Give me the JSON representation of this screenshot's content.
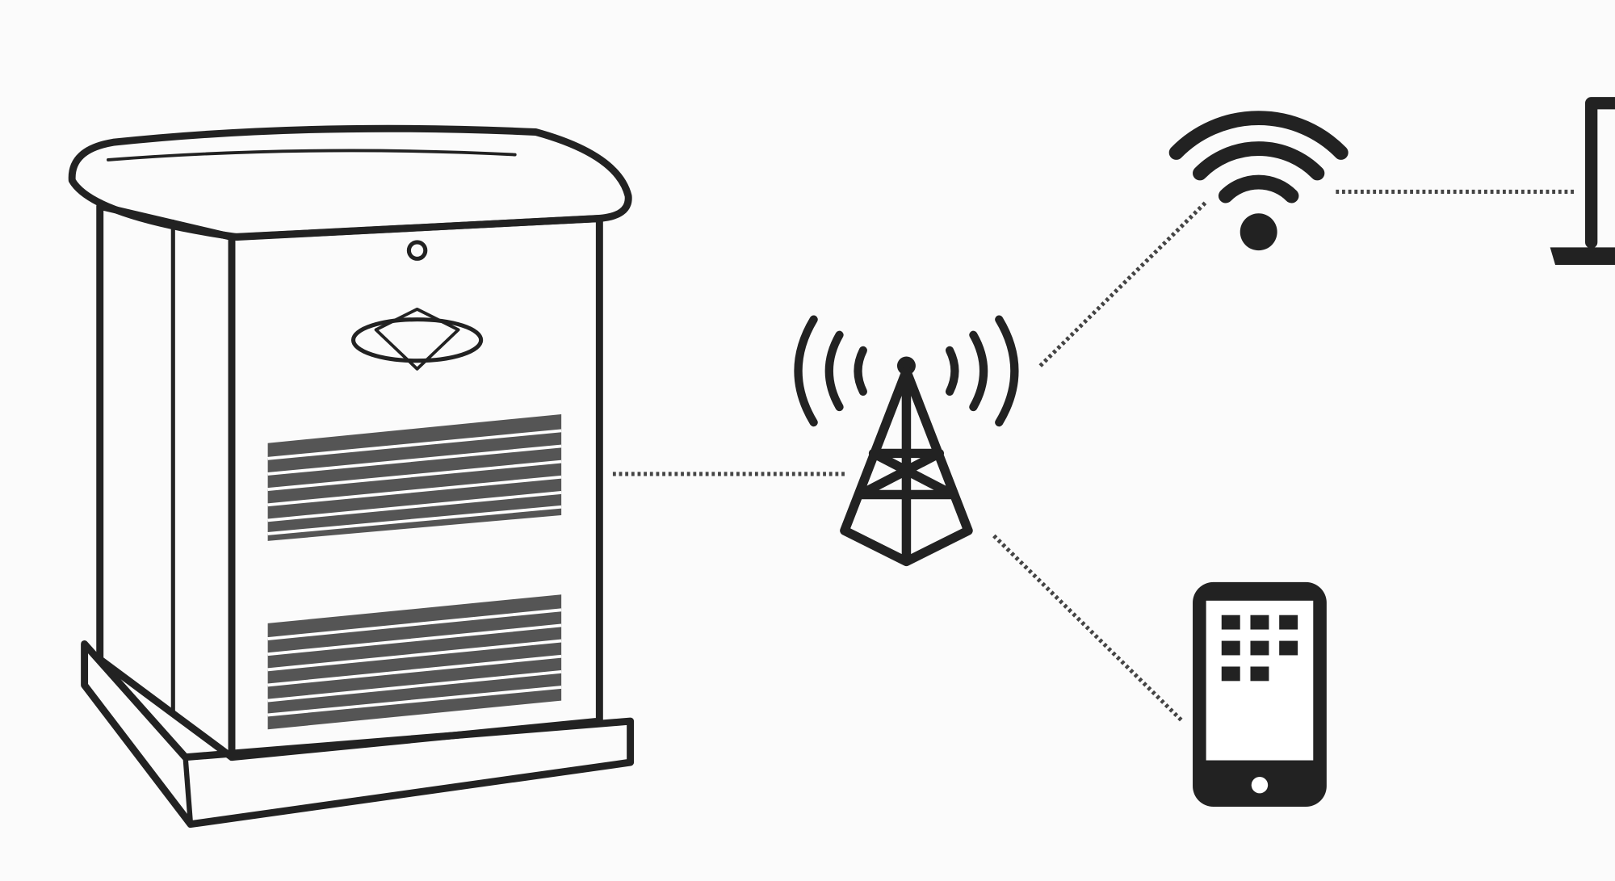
{
  "diagram": {
    "title": "",
    "nodes": [
      {
        "id": "generator",
        "icon": "home-standby-generator-icon"
      },
      {
        "id": "cell-tower",
        "icon": "cell-tower-icon"
      },
      {
        "id": "wifi",
        "icon": "wifi-icon"
      },
      {
        "id": "laptop",
        "icon": "laptop-icon"
      },
      {
        "id": "smartphone",
        "icon": "smartphone-icon"
      }
    ],
    "connections": [
      {
        "from": "generator",
        "to": "cell-tower",
        "style": "dotted"
      },
      {
        "from": "cell-tower",
        "to": "wifi",
        "style": "dotted"
      },
      {
        "from": "wifi",
        "to": "laptop",
        "style": "dotted"
      },
      {
        "from": "cell-tower",
        "to": "smartphone",
        "style": "dotted"
      }
    ],
    "colors": {
      "background": "#fbfbfb",
      "stroke": "#222222"
    }
  }
}
